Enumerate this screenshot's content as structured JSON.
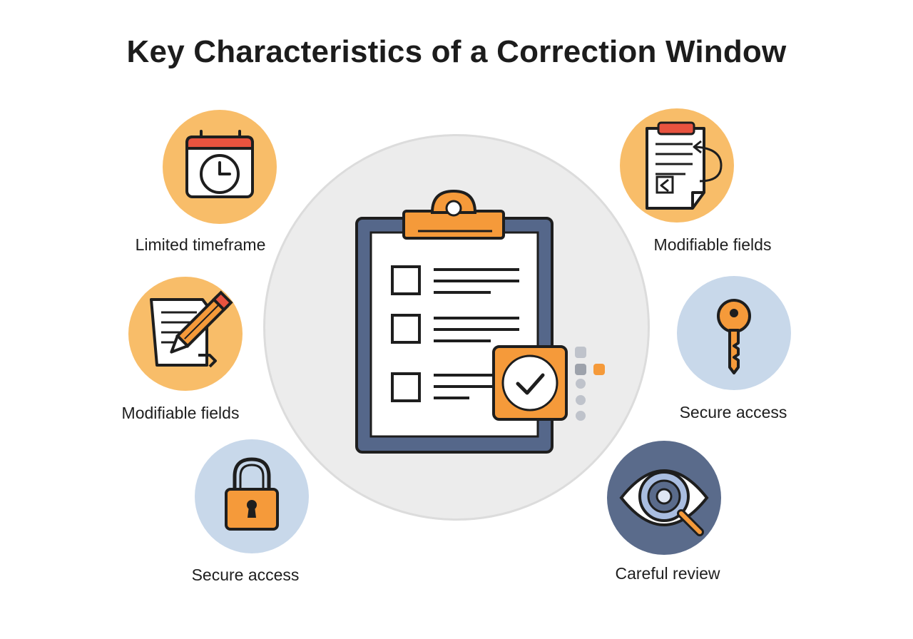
{
  "title": "Key Characteristics of a Correction Window",
  "items": [
    {
      "label": "Limited timeframe",
      "icon": "calendar-clock-icon"
    },
    {
      "label": "Modifiable fields",
      "icon": "document-pencil-icon"
    },
    {
      "label": "Secure access",
      "icon": "padlock-icon"
    },
    {
      "label": "Modifiable fields",
      "icon": "document-edit-arrow-icon"
    },
    {
      "label": "Secure access",
      "icon": "key-icon"
    },
    {
      "label": "Careful review",
      "icon": "eye-magnifier-icon"
    }
  ],
  "center_icon": "clipboard-checklist-icon",
  "colors": {
    "orange": "#f59a3a",
    "light_orange": "#f8bd69",
    "light_blue": "#c8d8ea",
    "navy": "#55678a",
    "red": "#e8533f",
    "outline": "#1e1e1e"
  }
}
